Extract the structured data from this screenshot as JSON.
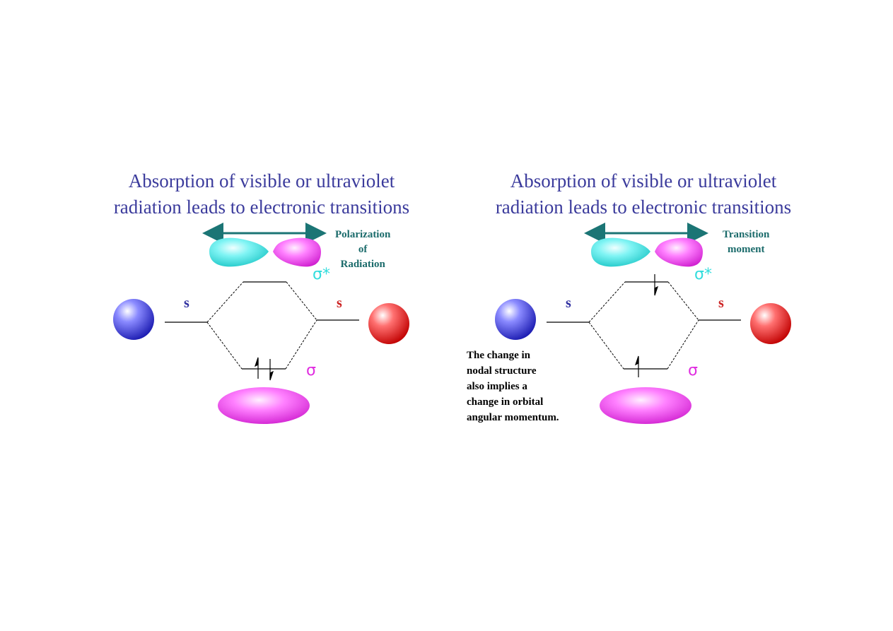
{
  "left_panel": {
    "title_line1": "Absorption of visible or ultraviolet",
    "title_line2": "radiation leads to electronic transitions",
    "caption_line1": "Polarization",
    "caption_line2": "of",
    "caption_line3": "Radiation",
    "s_left": "s",
    "s_right": "s",
    "sigma_star": "σ*",
    "sigma": "σ"
  },
  "right_panel": {
    "title_line1": "Absorption of visible or ultraviolet",
    "title_line2": "radiation leads to electronic transitions",
    "caption_line1": "Transition",
    "caption_line2": "moment",
    "s_left": "s",
    "s_right": "s",
    "sigma_star": "σ*",
    "sigma": "σ",
    "note_lines": [
      "The change in",
      "nodal structure",
      "also implies a",
      "change in orbital",
      "angular momentum."
    ]
  },
  "colors": {
    "title": "#3b3b9c",
    "s_left": "#2f2fa0",
    "s_right": "#cc2222",
    "sigma": "#e02ee0",
    "sigma_star": "#33dddd",
    "arrow": "#1b7575",
    "caption": "#1b6b6b"
  }
}
